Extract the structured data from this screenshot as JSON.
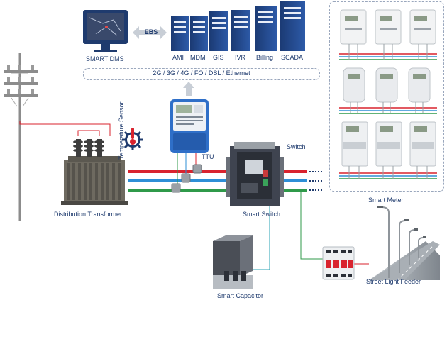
{
  "dms": {
    "label": "SMART DMS"
  },
  "ebs": {
    "label": "EBS"
  },
  "servers": [
    {
      "label": "AMI"
    },
    {
      "label": "MDM"
    },
    {
      "label": "GIS"
    },
    {
      "label": "IVR"
    },
    {
      "label": "Billing"
    },
    {
      "label": "SCADA"
    }
  ],
  "comm": {
    "label": "2G / 3G / 4G / FO / DSL / Ethernet"
  },
  "temperature_sensor": {
    "label": "Temperature Sensor"
  },
  "ttu": {
    "label": "TTU"
  },
  "switch": {
    "label": "Switch"
  },
  "transformer": {
    "label": "Distribution Transformer"
  },
  "smart_switch": {
    "label": "Smart Switch"
  },
  "smart_meter": {
    "label": "Smart Meter"
  },
  "smart_capacitor": {
    "label": "Smart Capacitor"
  },
  "street_light": {
    "label": "Street Light Feeder"
  },
  "colors": {
    "navy": "#1f3b6e",
    "phase_red": "#d9232e",
    "phase_blue": "#2e8fd6",
    "phase_green": "#2f9a4a",
    "lead_red": "#d9232e",
    "lead_teal": "#2aa3b4"
  }
}
